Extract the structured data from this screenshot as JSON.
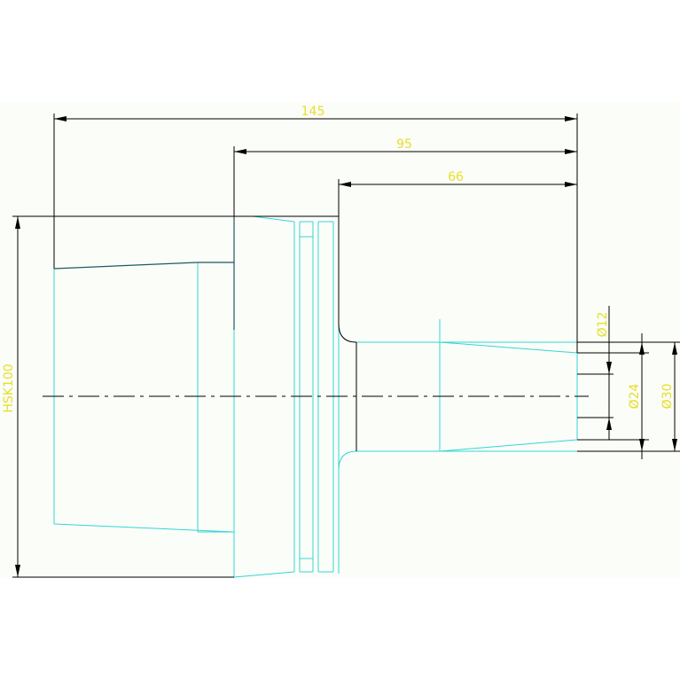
{
  "colors": {
    "page_background": "#ffffff",
    "sheet_background": "#fbfdf8",
    "dimension_line": "#000000",
    "dimension_text": "#e6e02a",
    "part_outline": "#33d6d6",
    "edge_dark": "#1f5a62",
    "centerline": "#000000"
  },
  "dimensions": {
    "overall_length": "145",
    "mid_length": "95",
    "short_length": "66",
    "diameter_small": "Ø12",
    "diameter_mid": "Ø24",
    "diameter_large": "Ø30",
    "shank_spec": "HSK100"
  }
}
